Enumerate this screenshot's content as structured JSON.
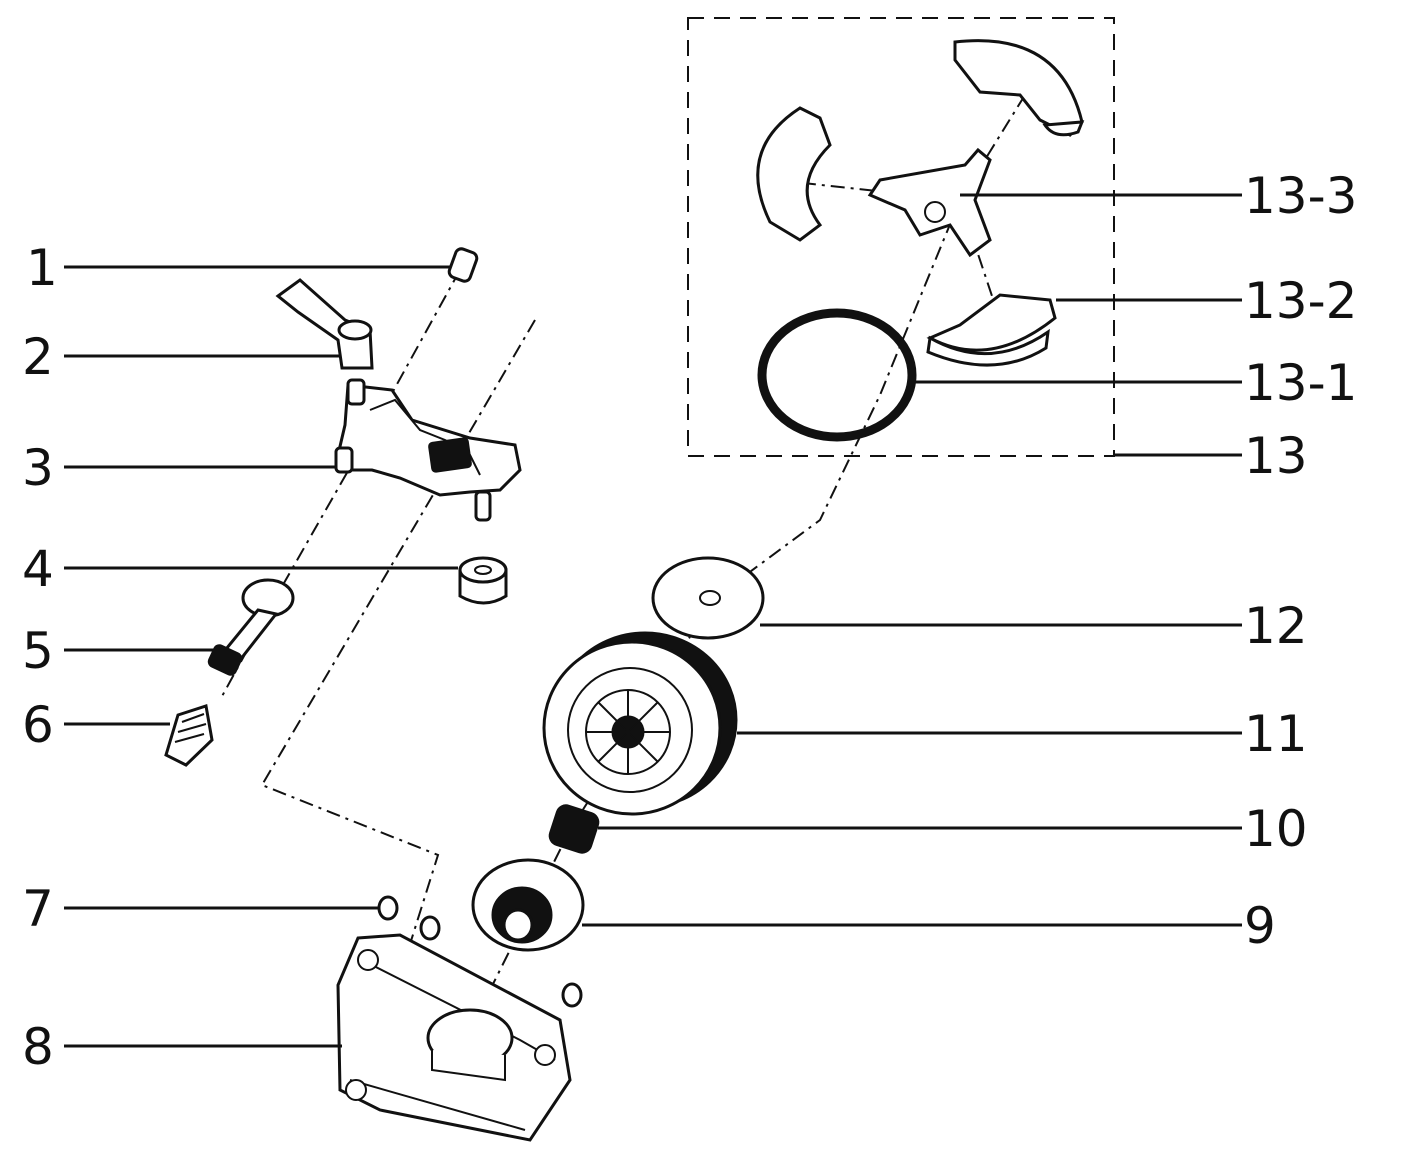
{
  "callouts": {
    "c1": "1",
    "c2": "2",
    "c3": "3",
    "c4": "4",
    "c5": "5",
    "c6": "6",
    "c7": "7",
    "c8": "8",
    "c9": "9",
    "c10": "10",
    "c11": "11",
    "c12": "12",
    "c13": "13",
    "c13_1": "13-1",
    "c13_2": "13-2",
    "c13_3": "13-3"
  }
}
